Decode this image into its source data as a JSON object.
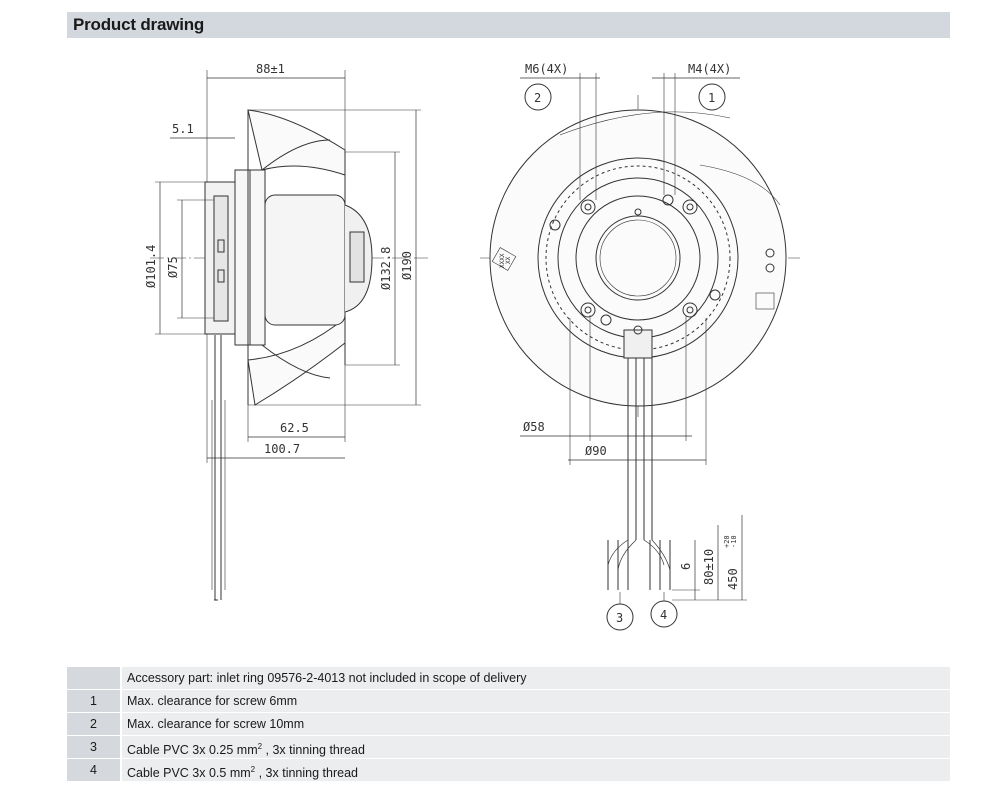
{
  "header": {
    "title": "Product drawing"
  },
  "side_view": {
    "dims": {
      "width_total": "88±1",
      "offset": "5.1",
      "dia_outer_left": "Ø101.4",
      "dia_inner_left": "Ø75",
      "dia_motor": "Ø132.8",
      "dia_impeller": "Ø190",
      "depth_short": "62.5",
      "depth_long": "100.7"
    }
  },
  "front_view": {
    "dims": {
      "screw_m6": "M6(4X)",
      "screw_m4": "M4(4X)",
      "dia_58": "Ø58",
      "dia_90": "Ø90",
      "cable_6": "6",
      "cable_80": "80±10",
      "cable_450": "450",
      "cable_450_tol_upper": "+20",
      "cable_450_tol_lower": "-10"
    },
    "markings": {
      "label_xxxx": "XXXX",
      "label_xx": "XX"
    },
    "callouts": [
      "1",
      "2",
      "3",
      "4"
    ]
  },
  "notes": {
    "accessory": "Accessory part: inlet ring 09576-2-4013 not included in scope of delivery",
    "rows": [
      {
        "num": "1",
        "text": "Max. clearance for screw 6mm"
      },
      {
        "num": "2",
        "text": "Max. clearance for screw 10mm"
      },
      {
        "num": "3",
        "text": "Cable PVC 3x 0.25 mm",
        "sup": "2",
        "after": " , 3x tinning thread"
      },
      {
        "num": "4",
        "text": "Cable PVC 3x 0.5 mm",
        "sup": "2",
        "after": " , 3x tinning thread"
      }
    ]
  }
}
